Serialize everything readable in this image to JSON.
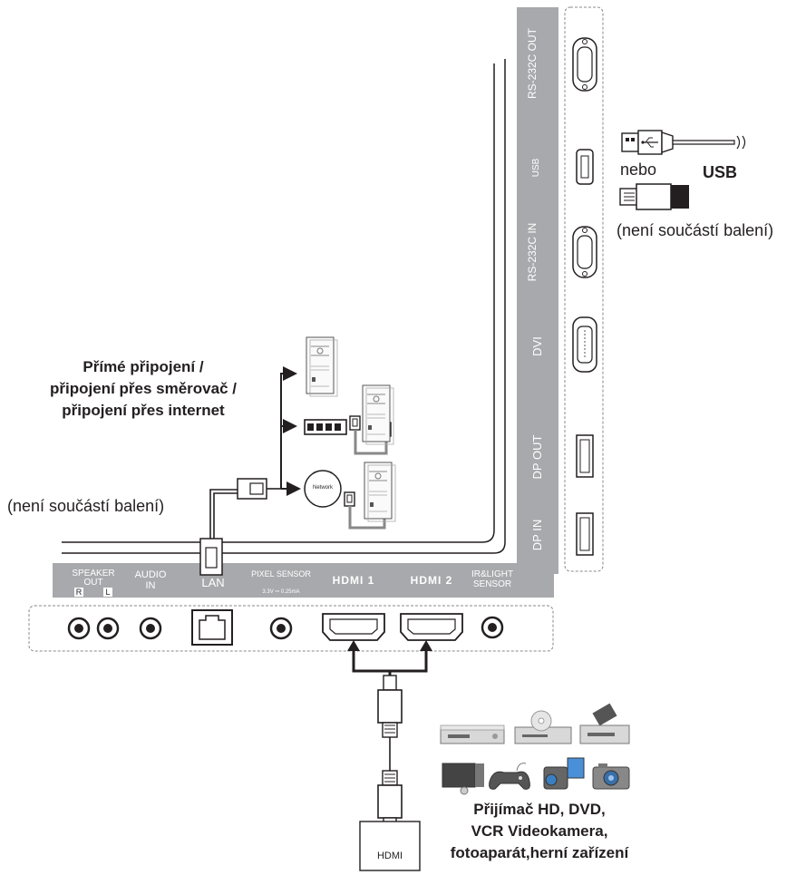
{
  "bottom_panel": {
    "speaker_out": "SPEAKER OUT",
    "speaker_r": "R",
    "speaker_l": "L",
    "audio_in": "AUDIO IN",
    "lan": "LAN",
    "pixel_sensor": "PIXEL SENSOR",
    "pixel_sensor_spec": "3.3V ⎓ 0.25mA",
    "hdmi1": "HDMI 1",
    "hdmi2": "HDMI 2",
    "ir_light_sensor": "IR&LIGHT SENSOR"
  },
  "side_panel": {
    "rs232c_out": "RS-232C OUT",
    "usb": "USB",
    "rs232c_in": "RS-232C IN",
    "dvi": "DVI",
    "dp_out": "DP OUT",
    "dp_in": "DP IN"
  },
  "usb_section": {
    "or_text": "nebo",
    "usb_text": "USB",
    "not_included": "(není součástí balení)"
  },
  "network_section": {
    "title_line1": "Přímé připojení /",
    "title_line2": "připojení přes směrovač /",
    "title_line3": "připojení přes internet",
    "not_included": "(není součástí balení)",
    "network_label": "Network"
  },
  "hdmi_section": {
    "hdmi_label": "HDMI",
    "devices_line1": "Přijímač HD, DVD,",
    "devices_line2": "VCR Videokamera,",
    "devices_line3": "fotoaparát,herní zařízení"
  },
  "icons": [
    "hd-receiver-icon",
    "dvd-player-icon",
    "vcr-icon",
    "tv-set-icon",
    "game-controller-icon",
    "camcorder-icon",
    "camera-icon",
    "computer-icon",
    "hub-icon",
    "usb-plug-icon",
    "usb-stick-icon"
  ]
}
